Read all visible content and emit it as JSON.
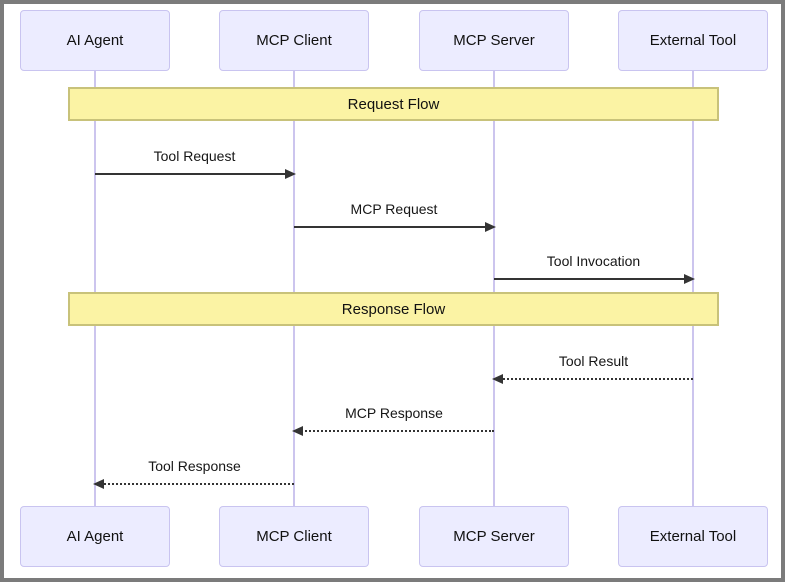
{
  "diagram": {
    "type": "sequence",
    "participants": [
      {
        "label": "AI Agent"
      },
      {
        "label": "MCP Client"
      },
      {
        "label": "MCP Server"
      },
      {
        "label": "External Tool"
      }
    ],
    "sections": [
      {
        "label": "Request Flow"
      },
      {
        "label": "Response Flow"
      }
    ],
    "messages": [
      {
        "label": "Tool Request",
        "from": "AI Agent",
        "to": "MCP Client",
        "style": "solid",
        "direction": "right"
      },
      {
        "label": "MCP Request",
        "from": "MCP Client",
        "to": "MCP Server",
        "style": "solid",
        "direction": "right"
      },
      {
        "label": "Tool Invocation",
        "from": "MCP Server",
        "to": "External Tool",
        "style": "solid",
        "direction": "right"
      },
      {
        "label": "Tool Result",
        "from": "External Tool",
        "to": "MCP Server",
        "style": "dotted",
        "direction": "left"
      },
      {
        "label": "MCP Response",
        "from": "MCP Server",
        "to": "MCP Client",
        "style": "dotted",
        "direction": "left"
      },
      {
        "label": "Tool Response",
        "from": "MCP Client",
        "to": "AI Agent",
        "style": "dotted",
        "direction": "left"
      }
    ],
    "colors": {
      "actor_fill": "#ececff",
      "actor_border": "#c9c4f0",
      "lifeline": "#ccc5ee",
      "section_fill": "#fbf3a4",
      "section_border": "#c8c27a",
      "arrow": "#343434",
      "frame": "#7b7b7b",
      "background": "#ffffff"
    }
  }
}
